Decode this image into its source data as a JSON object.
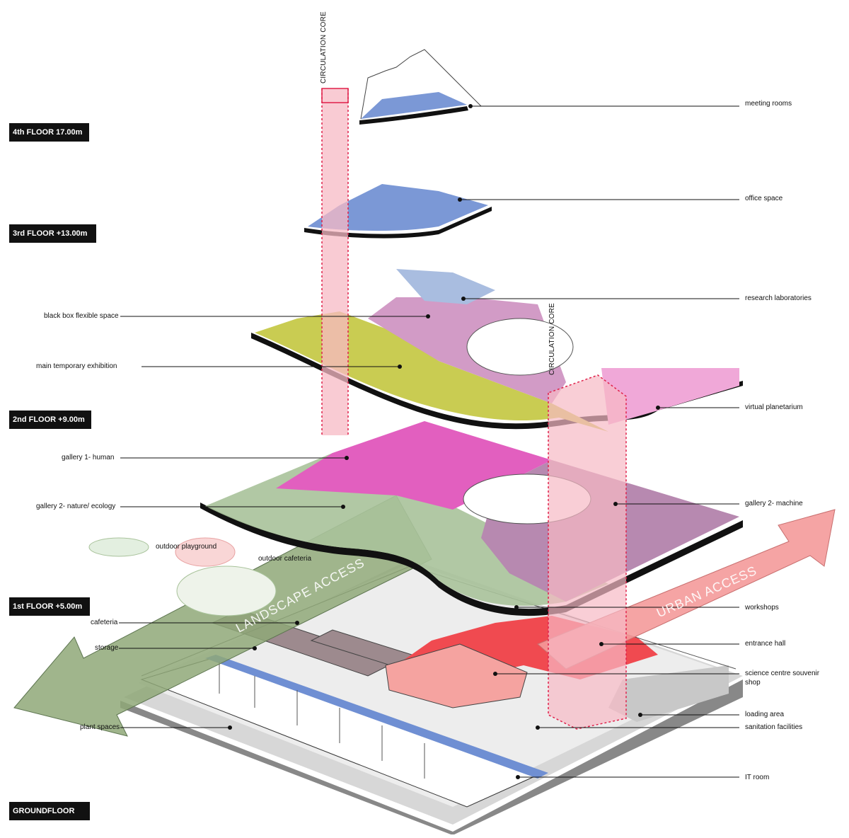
{
  "floors": {
    "fourth": "4th FLOOR 17.00m",
    "third": "3rd FLOOR +13.00m",
    "second": "2nd FLOOR +9.00m",
    "first": "1st FLOOR  +5.00m",
    "ground": "GROUNDFLOOR"
  },
  "cores": {
    "core_a": "CIRCULATION CORE",
    "core_b": "CIRCULATION CORE"
  },
  "access": {
    "landscape": "LANDSCAPE ACCESS",
    "urban": "URBAN ACCESS"
  },
  "labels_right": {
    "meeting_rooms": "meeting rooms",
    "office_space": "office space",
    "research_laboratories": "research laboratories",
    "virtual_planetarium": "virtual planetarium",
    "gallery_machine": "gallery 2- machine",
    "workshops": "workshops",
    "entrance_hall": "entrance hall",
    "souvenir_shop_1": "science centre souvenir",
    "souvenir_shop_2": "shop",
    "loading_area": "loading area",
    "sanitation": "sanitation facilities",
    "it_room": "IT room"
  },
  "labels_left": {
    "black_box": "black box flexible space",
    "main_exhibition": "main temporary exhibition",
    "gallery_human": "gallery 1- human",
    "gallery_nature": "gallery 2- nature/ ecology",
    "cafeteria": "cafeteria",
    "storage": "storage",
    "plant_spaces": "plant spaces"
  },
  "labels_outdoor": {
    "playground": "outdoor playground",
    "cafeteria": "outdoor cafeteria"
  },
  "colors": {
    "office_blue": "#7b98d6",
    "exhibition_yellow": "#c9cc52",
    "lilac": "#d29bc6",
    "gallery_pink": "#e25fbf",
    "nature_green": "#a8c29a",
    "machine_purple": "#b789b0",
    "planetarium_pink": "#f0a8d8",
    "entrance_red": "#f04a50",
    "core_pink": "#f7b9c4",
    "storage_mauve": "#9d8a8e",
    "ground_gray": "#d7d7d7",
    "landscape_arrow": "#8fa878",
    "urban_arrow": "#f49a9a"
  }
}
